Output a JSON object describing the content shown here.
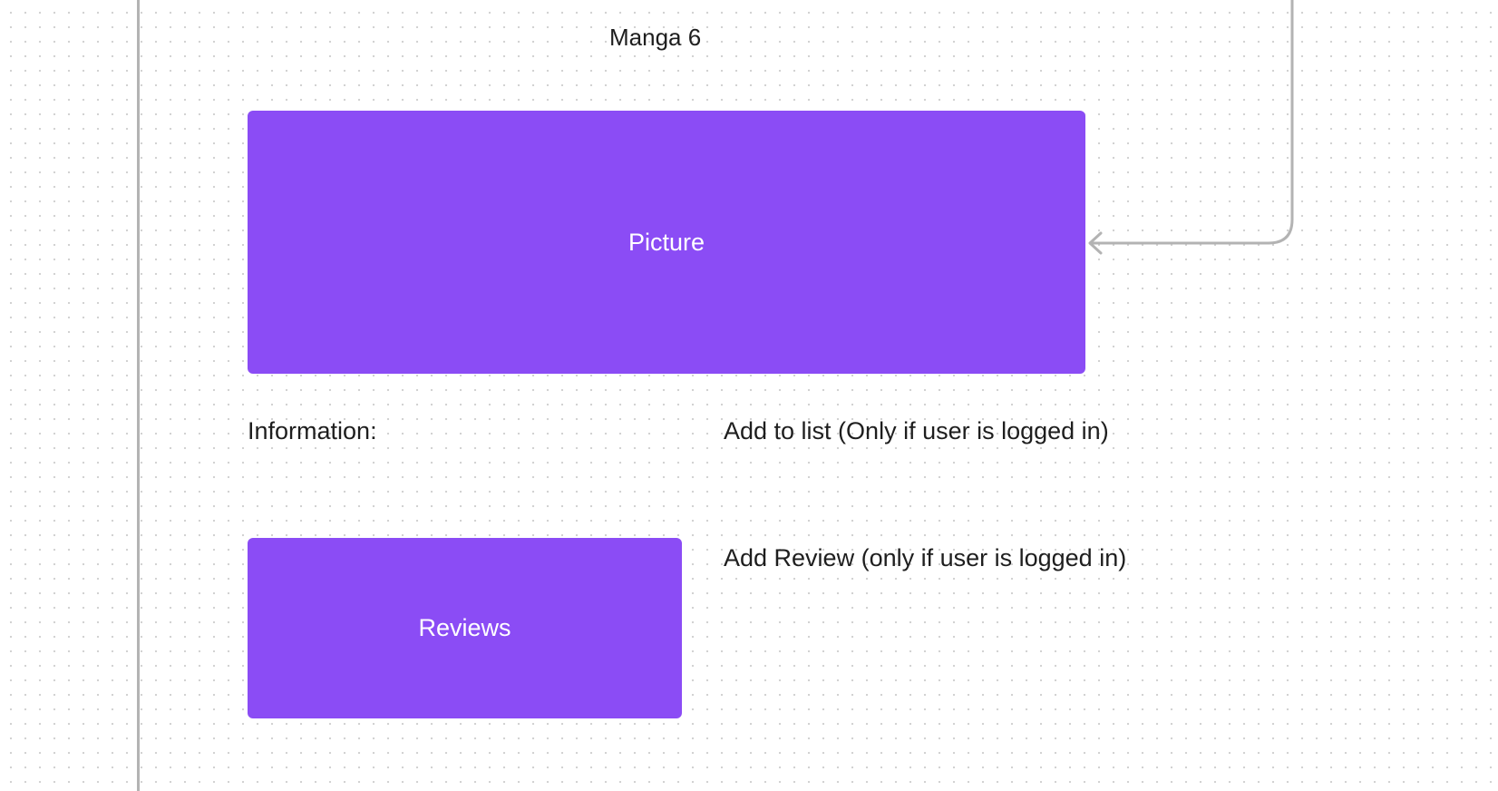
{
  "page": {
    "title": "Manga 6"
  },
  "boxes": {
    "picture": "Picture",
    "reviews": "Reviews"
  },
  "labels": {
    "information": "Information:",
    "add_to_list": "Add to list (Only if user is logged in)",
    "add_review": "Add Review (only if user is logged in)"
  },
  "colors": {
    "box_fill": "#8b4cf5",
    "connector": "#b3b3b3",
    "canvas_dots": "#cfcfcf"
  }
}
